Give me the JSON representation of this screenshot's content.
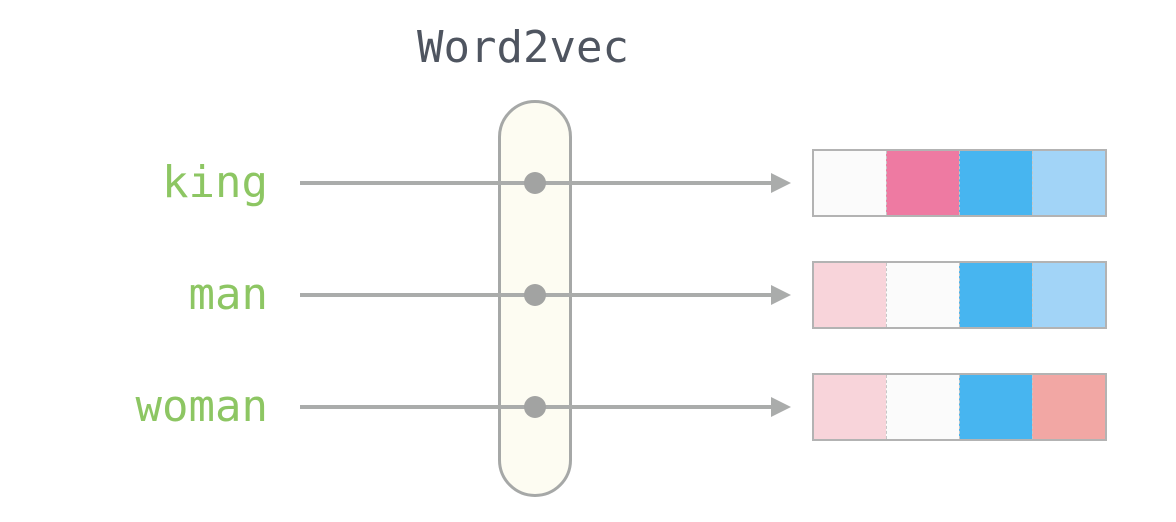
{
  "title": "Word2vec",
  "rows": [
    {
      "word": "king",
      "vector_colors": [
        "#fbfbfb",
        "#ee7aa2",
        "#47b5f0",
        "#a2d4f7"
      ]
    },
    {
      "word": "man",
      "vector_colors": [
        "#f8d4da",
        "#fbfbfb",
        "#47b5f0",
        "#a2d4f7"
      ]
    },
    {
      "word": "woman",
      "vector_colors": [
        "#f8d4da",
        "#fbfbfb",
        "#47b5f0",
        "#f2a7a4"
      ]
    }
  ],
  "colors": {
    "word_text": "#8dc663",
    "title_text": "#4f5560",
    "arrow": "#aaacab",
    "capsule_fill": "#fdfcf2",
    "capsule_border": "#a6a8a7",
    "node_dot": "#a2a3a2"
  }
}
